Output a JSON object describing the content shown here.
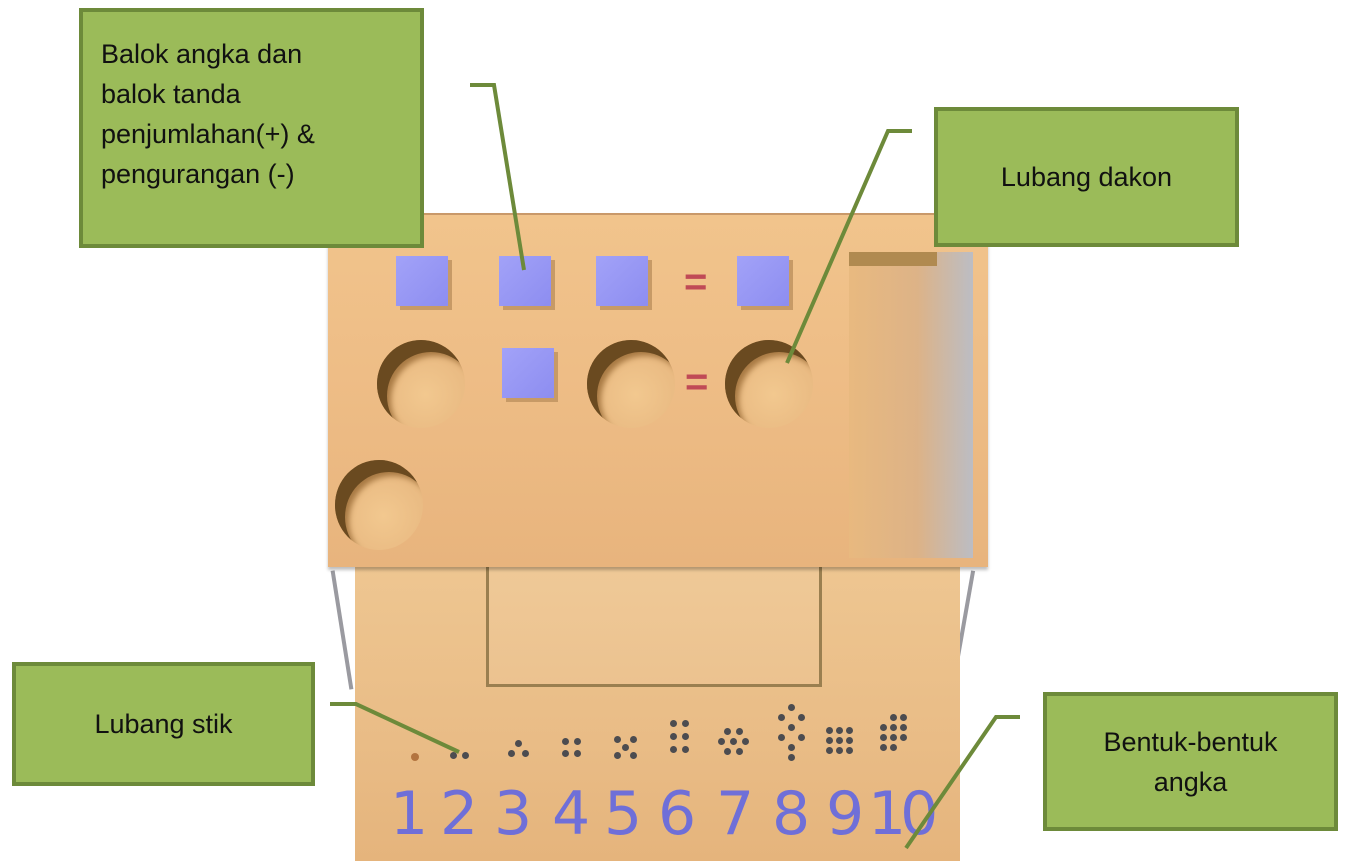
{
  "callouts": {
    "balok": "Balok angka dan\nbalok tanda\npenjumlahan(+) &\npengurangan (-)",
    "dakon": "Lubang dakon",
    "stik": "Lubang stik",
    "bentuk": "Bentuk-bentuk\nangka"
  },
  "board": {
    "equals_sign": "=",
    "numerals": [
      "1",
      "2",
      "3",
      "4",
      "5",
      "6",
      "7",
      "8",
      "9",
      "10"
    ]
  },
  "colors": {
    "callout_fill": "#9bbb59",
    "callout_border": "#6d8a3a",
    "leader_line": "#6d8a3a",
    "board": "#eebd86",
    "tile": "#9b9bf5",
    "numeral": "#6f6fd8"
  }
}
